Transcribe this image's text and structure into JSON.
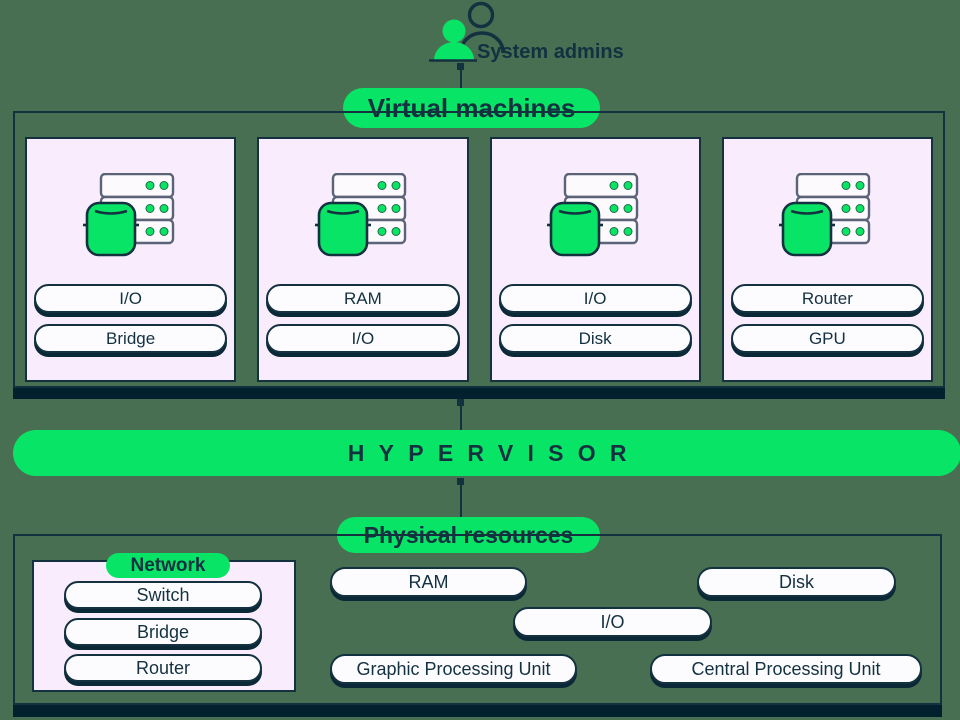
{
  "admins": {
    "label": "System admins"
  },
  "vm_section": {
    "label": "Virtual machines",
    "cards": [
      {
        "name": "vm-card-1",
        "pills": [
          "I/O",
          "Bridge"
        ]
      },
      {
        "name": "vm-card-2",
        "pills": [
          "RAM",
          "I/O"
        ]
      },
      {
        "name": "vm-card-3",
        "pills": [
          "I/O",
          "Disk"
        ]
      },
      {
        "name": "vm-card-4",
        "pills": [
          "Router",
          "GPU"
        ]
      }
    ]
  },
  "hypervisor": {
    "label": "HYPERVISOR"
  },
  "physical_section": {
    "label": "Physical resources",
    "network": {
      "label": "Network",
      "pills": [
        "Switch",
        "Bridge",
        "Router"
      ]
    },
    "resources": [
      {
        "id": "ram",
        "label": "RAM"
      },
      {
        "id": "disk",
        "label": "Disk"
      },
      {
        "id": "io",
        "label": "I/O"
      },
      {
        "id": "gpu",
        "label": "Graphic Processing Unit"
      },
      {
        "id": "cpu",
        "label": "Central Processing Unit"
      }
    ]
  },
  "icons": {
    "admins": "users-icon",
    "server": "server-stack-icon"
  },
  "colors": {
    "accent_green": "#08E566",
    "navy": "#143140",
    "bar_navy": "#03202F",
    "card_lavender": "#F8ECFD",
    "pill_white": "#FCFCFE",
    "background": "#496F53"
  }
}
